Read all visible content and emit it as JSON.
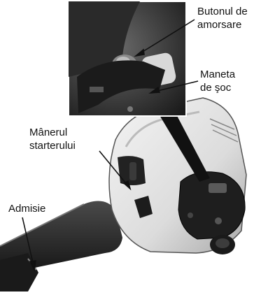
{
  "labels": {
    "primer_button": [
      "Butonul de",
      "amorsare"
    ],
    "choke_lever": [
      "Maneta",
      "de şoc"
    ],
    "starter_handle": [
      "Mânerul",
      "starterului"
    ],
    "air_intake": "Admisie"
  },
  "colors": {
    "ink": "#111111",
    "photo_dark": "#1e1e1e",
    "housing_light": "#ededed",
    "housing_mid": "#cfcfcf"
  }
}
